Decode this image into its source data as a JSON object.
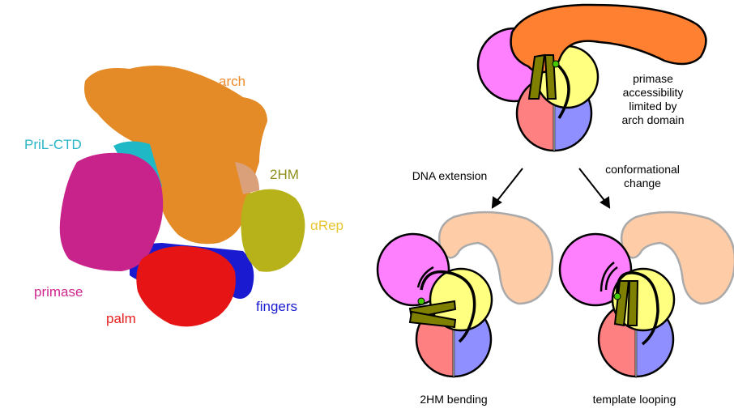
{
  "structure_labels": {
    "arch": "arch",
    "pril_ctd": "PriL-CTD",
    "hm2": "2HM",
    "arep": "αRep",
    "primase": "primase",
    "palm": "palm",
    "fingers": "fingers"
  },
  "colors": {
    "arch": "#f0892a",
    "pril_ctd": "#2bb5c8",
    "hm2": "#8e8e1a",
    "arep": "#e8c531",
    "primase": "#d0288f",
    "palm": "#e61e1e",
    "fingers": "#1a1ad0"
  },
  "schematic": {
    "top_caption": [
      "primase",
      "accessibility",
      "limited by",
      "arch domain"
    ],
    "left_arrow_label": "DNA extension",
    "right_arrow_label": [
      "conformational",
      "change"
    ],
    "bottom_left_caption": "2HM bending",
    "bottom_right_caption": "template looping"
  }
}
